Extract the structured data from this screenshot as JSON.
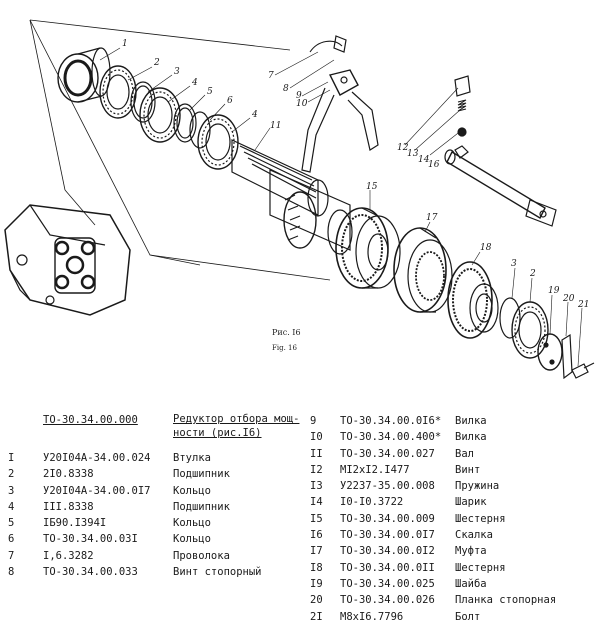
{
  "figure": {
    "caption_ru": "Рис. I6",
    "caption_en": "Fig. 16",
    "callouts": [
      "1",
      "2",
      "3",
      "4",
      "5",
      "6",
      "4",
      "7",
      "8",
      "9",
      "10",
      "11",
      "12",
      "13",
      "14",
      "16",
      "15",
      "17",
      "18",
      "3",
      "2",
      "19",
      "20",
      "21"
    ]
  },
  "table_left": {
    "header_code": "ТО-30.34.00.000",
    "header_name_line1": "Редуктор отбора мощ-",
    "header_name_line2": "ности (рис.I6)",
    "rows": [
      {
        "num": "I",
        "code": "У20I04А-34.00.024",
        "name": "Втулка"
      },
      {
        "num": "2",
        "code": "2I0.8338",
        "name": "Подшипник"
      },
      {
        "num": "3",
        "code": "У20I04А-34.00.0I7",
        "name": "Кольцо"
      },
      {
        "num": "4",
        "code": "III.8338",
        "name": "Подшипник"
      },
      {
        "num": "5",
        "code": "IБ90.I394I",
        "name": "Кольцо"
      },
      {
        "num": "6",
        "code": "ТО-30.34.00.03I",
        "name": "Кольцо"
      },
      {
        "num": "7",
        "code": "I,6.3282",
        "name": "Проволока"
      },
      {
        "num": "8",
        "code": "ТО-30.34.00.033",
        "name": "Винт стопорный"
      }
    ]
  },
  "table_right": {
    "rows": [
      {
        "num": "9",
        "code": "ТО-30.34.00.0I6*",
        "name": "Вилка"
      },
      {
        "num": "I0",
        "code": "ТО-30.34.00.400*",
        "name": "Вилка"
      },
      {
        "num": "II",
        "code": "ТО-30.34.00.027",
        "name": "Вал"
      },
      {
        "num": "I2",
        "code": "МI2хI2.I477",
        "name": "Винт"
      },
      {
        "num": "I3",
        "code": "У2237-35.00.008",
        "name": "Пружина"
      },
      {
        "num": "I4",
        "code": "I0-I0.3722",
        "name": "Шарик"
      },
      {
        "num": "I5",
        "code": "ТО-30.34.00.009",
        "name": "Шестерня"
      },
      {
        "num": "I6",
        "code": "ТО-30.34.00.0I7",
        "name": "Скалка"
      },
      {
        "num": "I7",
        "code": "ТО-30.34.00.0I2",
        "name": "Муфта"
      },
      {
        "num": "I8",
        "code": "ТО-30.34.00.0II",
        "name": "Шестерня"
      },
      {
        "num": "I9",
        "code": "ТО-30.34.00.025",
        "name": "Шайба"
      },
      {
        "num": "20",
        "code": "ТО-30.34.00.026",
        "name": "Планка стопорная"
      },
      {
        "num": "2I",
        "code": "М8хI6.7796",
        "name": "Болт"
      }
    ]
  }
}
